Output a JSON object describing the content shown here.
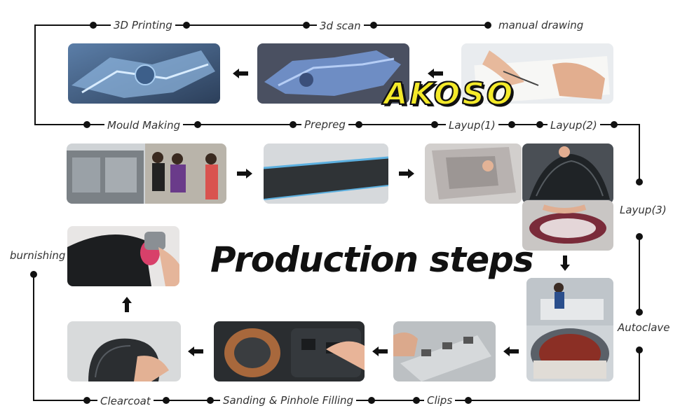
{
  "brand": {
    "logo_text": "AKOSO"
  },
  "headline": "Production steps",
  "steps": {
    "printing_3d": "3D Printing",
    "scan_3d": "3d scan",
    "manual_drawing": "manual drawing",
    "mould_making": "Mould Making",
    "prepreg": "Prepreg",
    "layup_1": "Layup(1)",
    "layup_2": "Layup(2)",
    "layup_3": "Layup(3)",
    "autoclave": "Autoclave",
    "clips": "Clips",
    "sanding": "Sanding & Pinhole Filling",
    "clearcoat": "Clearcoat",
    "burnishing": "burnishing"
  },
  "photos": {
    "printing_3d": "3d-printed-part-photo",
    "scan_3d": "3d-scan-render-photo",
    "manual_drawing": "hand-drawing-photo",
    "mould_making": "mould-making-photo",
    "prepreg": "prepreg-cutting-photo",
    "layup_1": "layup-1-photo",
    "layup_2": "layup-2-photo",
    "layup_3": "layup-3-photo",
    "autoclave": "autoclave-photo",
    "clips": "clips-photo",
    "sanding": "sanding-photo",
    "clearcoat": "clearcoat-photo",
    "burnishing": "burnishing-photo"
  },
  "colors": {
    "connector": "#111111",
    "logo_fill": "#f4ea2a",
    "label_text": "#333333"
  }
}
